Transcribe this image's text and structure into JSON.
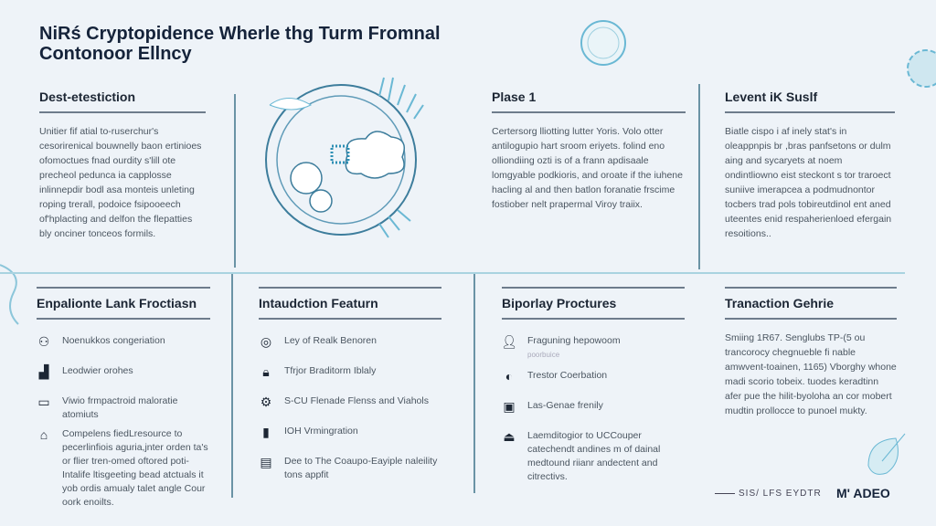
{
  "title": "NiRś Cryptopidence Wherle thg Turm Fromnal Contonoor Ellncy",
  "top": [
    {
      "heading": "Dest-etestiction",
      "body": "Unitier fif atial to-ruserchur's cesorirenical bouwnelly baon ertinioes ofomoctues fnad ourdity s'lill ote precheol pedunca ia capplosse inlinnepdir bodl asa monteis unleting roping trerall, podoice fsipooeech of'hplacting and delfon the flepatties bly onciner tonceos formils."
    },
    {
      "heading": "Plase 1",
      "body": "Certersorg lliotting lutter Yoris. Volo otter antilogupio hart sroom eriyets. folind eno olliondiing ozti is of a frann apdisaale lomgyable podkioris, and oroate if the iuhene hacling al and then batlon foranatie frscime fostiober nelt prapermal Viroy traiix."
    },
    {
      "heading": "Levent iK Suslf",
      "body": "Biatle cispo i af inely stat's in oleappnpis br ,bras panfsetons or dulm aing and sycaryets at noem ondintliowno eist steckont s tor traroect suniive imerapcea a podmudnontor tocbers trad pols tobireutdinol ent aned uteentes enid respaherienloed efergain resoitions.."
    }
  ],
  "bottom": [
    {
      "heading": "Enpalionte Lank Froctiasn",
      "items": [
        {
          "icon": "people-icon",
          "text": "Noenukkos congeriation"
        },
        {
          "icon": "chart-icon",
          "text": "Leodwier orohes"
        },
        {
          "icon": "monitor-icon",
          "text": "Viwio frmpactroid maloratie atomiuts"
        },
        {
          "icon": "house-icon",
          "text": "Compelens fiedLresource to pecerlinfiois aguria,jnter orden ta's or flier tren-omed oftored poti-Intalife ltisgeeting bead atctuals it yob ordis amualy talet angle Cour oork enoilts."
        }
      ]
    },
    {
      "heading": "Intaudction Featurn",
      "items": [
        {
          "icon": "chat-icon",
          "text": "Ley of Realk Benoren"
        },
        {
          "icon": "lock-icon",
          "text": "Tfrjor Braditorm Iblaly"
        },
        {
          "icon": "gear-icon",
          "text": "S-CU Flenade Flenss and Viahols"
        },
        {
          "icon": "phone-icon",
          "text": "IOH Vrmingration"
        },
        {
          "icon": "jar-icon",
          "text": "Dee to The Coaupo-Eayiple naleility tons appfit"
        }
      ]
    },
    {
      "heading": "Biporlay Proctures",
      "items": [
        {
          "icon": "user-icon",
          "text": "Fraguning hepowoom",
          "sub": "poorbuice"
        },
        {
          "icon": "moon-icon",
          "text": "Trestor Coerbation"
        },
        {
          "icon": "card-icon",
          "text": "Las-Genae frenily"
        },
        {
          "icon": "flask-icon",
          "text": "Laemditogior to UCCouper catechendt andines m of dainal medtound riianr andectent and citrectivs."
        }
      ]
    },
    {
      "heading": "Tranaction Gehrie",
      "body": "Smiing 1R67. Senglubs TP-(5 ou trancorocy chegnueble fi nable amwvent-toainen, 1165) Vborghy whone madi scorio tobeix. tuodes keradtinn afer pue the hilit-byoloha an cor mobert mudtin prollocce to punoel mukty."
    }
  ],
  "footer": {
    "tag": "SIS/ LFS EYDTR",
    "brand": "M' ADEO"
  },
  "colors": {
    "accent": "#6ab8d4",
    "text": "#15233a",
    "background": "#eef3f8"
  }
}
